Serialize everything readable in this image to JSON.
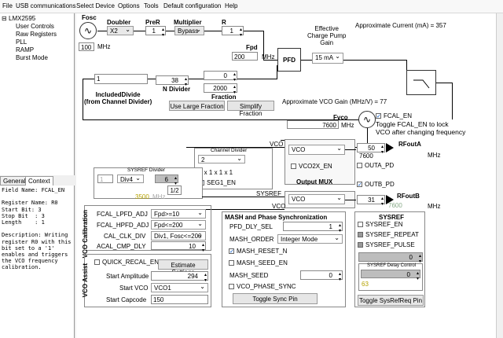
{
  "menu": [
    "File",
    "USB communications",
    "Select Device",
    "Options",
    "Tools",
    "Default configuration",
    "Help"
  ],
  "tree": {
    "root": "LMX2595",
    "items": [
      "User Controls",
      "Raw Registers",
      "PLL",
      "RAMP",
      "Burst Mode"
    ]
  },
  "tabs": [
    "General",
    "Context"
  ],
  "description": "Field Name: FCAL_EN\n\nRegister Name: R0\nStart Bit: 3\nStop Bit  : 3\nLength    : 1\n\nDescription: Writing register R0 with this bit set to a '1' enables and triggers the VCO frequency calibration.",
  "labels": {
    "fosc": "Fosc",
    "doubler": "Doubler",
    "prer": "PreR",
    "multiplier": "Multiplier",
    "r": "R",
    "fosc_unit": "MHz",
    "approx_current": "Approximate Current (mA) = 357",
    "cp_gain": "Effective\nCharge Pump\nGain",
    "fpd": "Fpd",
    "fpd_unit": "MHz",
    "pfd": "PFD",
    "included_divide": "IncludedDivide\n(from Channel Divider)",
    "n_divider": "N Divider",
    "fraction": "Fraction",
    "vco_gain": "Approximate VCO Gain (MHz/V) =  77",
    "fvco": "Fvco",
    "fvco_unit": "MHz",
    "fcal_note": "Toggle FCAL_EN to lock\nVCO after changing frequency",
    "vco_label_top": "VCO",
    "channel_divider": "Channel  Divider",
    "ch_div_row": "2 x 1       x 1        x 1",
    "sysref_divider": "SYSREF Divider",
    "sysref_bot": "SYSREF",
    "vco_bot": "VCO",
    "output_mux": "Output MUX",
    "rfouta": "RFoutA",
    "rfoutb": "RFoutB",
    "mhz": "MHz",
    "vco_calibration": "VCO Calibration",
    "vco_assist": "VCO Assist",
    "mash_title": "MASH and Phase Synchronization",
    "sysref_title": "SYSREF",
    "sysref_delay": "SYSREF Delay Control"
  },
  "values": {
    "fosc": "100",
    "doubler": "X2",
    "prer": "1",
    "multiplier": "Bypass",
    "r": "1",
    "fpd": "200",
    "cp_gain": "15 mA",
    "included_divide": "1",
    "n_divider": "38",
    "frac_num": "0",
    "frac_den": "2000",
    "fvco": "7600",
    "ch_div": "2",
    "sysref_div_left": "1",
    "sysref_div_sel": "Div4",
    "sysref_div_right": "6",
    "sysref_half": "1/2",
    "sysref_freq": "3500",
    "sysref_freq_unit": "MHz",
    "mux_a": "VCO",
    "pwr_a": "50",
    "freq_a": "7600",
    "mux_b": "VCO",
    "pwr_b": "31",
    "freq_b": "7600",
    "fcal_lpfd": "Fpd>=10",
    "fcal_hpfd": "Fpd<=200",
    "cal_clk": "Div1, Fosc<=200",
    "acal_cmp": "10",
    "start_amp": "294",
    "start_vco": "VCO1",
    "start_cap": "150",
    "pfd_dly": "1",
    "mash_order": "Integer Mode",
    "mash_seed": "0",
    "sysref_delay_val": "0",
    "sysref_delay_val2": "0",
    "sysref_dly_readout": "63"
  },
  "buttons": {
    "large_fraction": "Use Large Fraction",
    "simplify_fraction": "Simplify Fraction",
    "estimate": "Estimate Settings",
    "sync_pin": "Toggle Sync Pin",
    "sysref_pin": "Toggle SysRefReq Pin"
  },
  "checks": {
    "fcal_en": "FCAL_EN",
    "seg1_en": "SEG1_EN",
    "vco2x_en": "VCO2X_EN",
    "outa_pd": "OUTA_PD",
    "outb_pd": "OUTB_PD",
    "quick_recal": "QUICK_RECAL_EN",
    "mash_reset": "MASH_RESET_N",
    "mash_seed_en": "MASH_SEED_EN",
    "vco_phase_sync": "VCO_PHASE_SYNC",
    "sysref_en": "SYSREF_EN",
    "sysref_repeat": "SYSREF_REPEAT",
    "sysref_pulse": "SYSREF_PULSE"
  },
  "field_labels": {
    "fcal_lpfd": "FCAL_LPFD_ADJ",
    "fcal_hpfd": "FCAL_HPFD_ADJ",
    "cal_clk": "CAL_CLK_DIV",
    "acal_cmp": "ACAL_CMP_DLY",
    "start_amp": "Start Amplitude",
    "start_vco": "Start VCO",
    "start_cap": "Start Capcode",
    "pfd_dly": "PFD_DLY_SEL",
    "mash_order": "MASH_ORDER",
    "mash_seed": "MASH_SEED"
  }
}
